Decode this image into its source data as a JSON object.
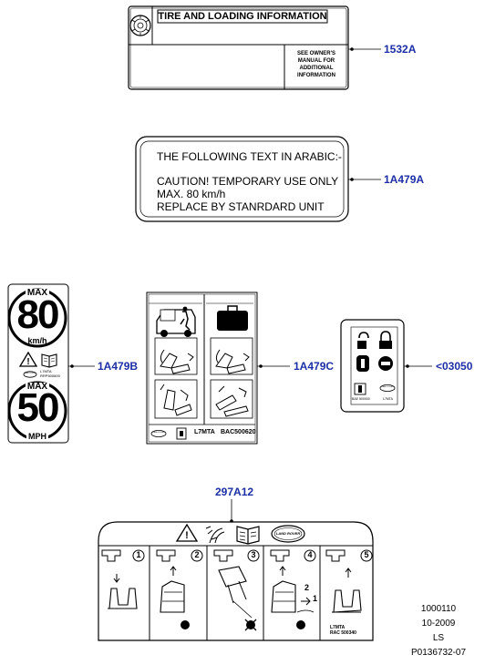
{
  "tire_label": {
    "title": "TIRE AND LOADING INFORMATION",
    "note": [
      "SEE OWNER'S",
      "MANUAL FOR",
      "ADDITIONAL",
      "INFORMATION"
    ],
    "part_number": "1532A"
  },
  "arabic_label": {
    "lines": [
      "THE FOLLOWING TEXT IN ARABIC:-",
      "CAUTION! TEMPORARY USE ONLY",
      "MAX.  80 km/h",
      "REPLACE BY STANRDARD UNIT"
    ],
    "part_number": "1A479A"
  },
  "speed_label": {
    "top_max": "MAX",
    "top_value": "80",
    "top_unit": "km/h",
    "small_code_1": "L7MTA",
    "small_code_2": "RRP500600",
    "brand": "LAND ROVER",
    "bottom_max": "MAX",
    "bottom_value": "50",
    "bottom_unit": "MPH",
    "part_number": "1A479B"
  },
  "seat_label": {
    "brand": "LAND ROVER",
    "code_1": "L7MTA",
    "code_2": "BAC500620",
    "part_number": "1A479C"
  },
  "lock_label": {
    "code_1": "BAE 500000",
    "code_2": "L7MTA",
    "brand": "LAND ROVER",
    "part_number": "<03050"
  },
  "headrest_label": {
    "part_number": "297A12",
    "brand": "LAND ROVER",
    "steps": [
      "1",
      "2",
      "3",
      "4",
      "5"
    ],
    "step4_arrow_1": "1",
    "step4_arrow_2": "2",
    "code_1": "L7MTA",
    "code_2": "RAC 500340"
  },
  "footer": {
    "line1": "1000110",
    "line2": "10-2009",
    "line3": "LS",
    "line4": "P0136732-07"
  }
}
